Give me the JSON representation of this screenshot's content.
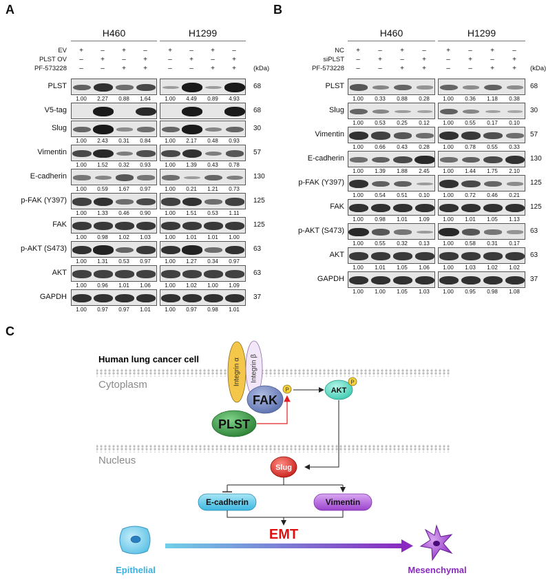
{
  "panels": {
    "A": "A",
    "B": "B",
    "C": "C"
  },
  "panelA": {
    "cell_lines": [
      "H460",
      "H1299"
    ],
    "conditions": [
      {
        "label": "EV",
        "signs": [
          "+",
          "–",
          "+",
          "–",
          "+",
          "–",
          "+",
          "–"
        ]
      },
      {
        "label": "PLST OV",
        "signs": [
          "–",
          "+",
          "–",
          "+",
          "–",
          "+",
          "–",
          "+"
        ]
      },
      {
        "label": "PF-573228",
        "signs": [
          "–",
          "–",
          "+",
          "+",
          "–",
          "–",
          "+",
          "+"
        ]
      }
    ],
    "kda": "(kDa)",
    "blots": [
      {
        "label": "PLST",
        "mw": "68",
        "values": [
          "1.00",
          "2.27",
          "0.88",
          "1.64",
          "1.00",
          "4.49",
          "0.89",
          "4.93"
        ],
        "intensity": [
          0.55,
          0.85,
          0.45,
          0.7,
          0.15,
          1,
          0.15,
          1
        ]
      },
      {
        "label": "V5-tag",
        "mw": "68",
        "values": [],
        "intensity": [
          0,
          1,
          0,
          0.9,
          0,
          1,
          0,
          1
        ]
      },
      {
        "label": "Slug",
        "mw": "30",
        "values": [
          "1.00",
          "2.43",
          "0.31",
          "0.84",
          "1.00",
          "2.17",
          "0.48",
          "0.93"
        ],
        "intensity": [
          0.5,
          1,
          0.25,
          0.45,
          0.5,
          1,
          0.3,
          0.5
        ]
      },
      {
        "label": "Vimentin",
        "mw": "57",
        "values": [
          "1.00",
          "1.52",
          "0.32",
          "0.93",
          "1.00",
          "1.39",
          "0.43",
          "0.78"
        ],
        "intensity": [
          0.7,
          0.9,
          0.35,
          0.65,
          0.7,
          0.85,
          0.35,
          0.6
        ]
      },
      {
        "label": "E-cadherin",
        "mw": "130",
        "values": [
          "1.00",
          "0.59",
          "1.67",
          "0.97",
          "1.00",
          "0.21",
          "1.21",
          "0.73"
        ],
        "intensity": [
          0.4,
          0.3,
          0.6,
          0.4,
          0.45,
          0.15,
          0.5,
          0.35
        ]
      },
      {
        "label": "p-FAK (Y397)",
        "mw": "125",
        "values": [
          "1.00",
          "1.33",
          "0.46",
          "0.90",
          "1.00",
          "1.51",
          "0.53",
          "1.11"
        ],
        "intensity": [
          0.75,
          0.85,
          0.45,
          0.7,
          0.75,
          0.85,
          0.45,
          0.75
        ]
      },
      {
        "label": "FAK",
        "mw": "125",
        "values": [
          "1.00",
          "0.98",
          "1.02",
          "1.03",
          "1.00",
          "1.01",
          "1.01",
          "1.00"
        ],
        "intensity": [
          0.8,
          0.8,
          0.8,
          0.8,
          0.8,
          0.8,
          0.8,
          0.8
        ]
      },
      {
        "label": "p-AKT (S473)",
        "mw": "63",
        "values": [
          "1.00",
          "1.31",
          "0.53",
          "0.97",
          "1.00",
          "1.27",
          "0.34",
          "0.97"
        ],
        "intensity": [
          0.85,
          0.95,
          0.5,
          0.8,
          0.85,
          0.95,
          0.45,
          0.85
        ]
      },
      {
        "label": "AKT",
        "mw": "63",
        "values": [
          "1.00",
          "0.96",
          "1.01",
          "1.06",
          "1.00",
          "1.02",
          "1.00",
          "1.09"
        ],
        "intensity": [
          0.75,
          0.75,
          0.75,
          0.75,
          0.75,
          0.75,
          0.75,
          0.75
        ]
      },
      {
        "label": "GAPDH",
        "mw": "37",
        "values": [
          "1.00",
          "0.97",
          "0.97",
          "1.01",
          "1.00",
          "0.97",
          "0.98",
          "1.01"
        ],
        "intensity": [
          0.85,
          0.85,
          0.85,
          0.85,
          0.85,
          0.85,
          0.85,
          0.85
        ]
      }
    ]
  },
  "panelB": {
    "cell_lines": [
      "H460",
      "H1299"
    ],
    "conditions": [
      {
        "label": "NC",
        "signs": [
          "+",
          "–",
          "+",
          "–",
          "+",
          "–",
          "+",
          "–"
        ]
      },
      {
        "label": "siPLST",
        "signs": [
          "–",
          "+",
          "–",
          "+",
          "–",
          "+",
          "–",
          "+"
        ]
      },
      {
        "label": "PF-573228",
        "signs": [
          "–",
          "–",
          "+",
          "+",
          "–",
          "–",
          "+",
          "+"
        ]
      }
    ],
    "kda": "(kDa)",
    "blots": [
      {
        "label": "PLST",
        "mw": "68",
        "values": [
          "1.00",
          "0.33",
          "0.88",
          "0.28",
          "1.00",
          "0.36",
          "1.18",
          "0.38"
        ],
        "intensity": [
          0.6,
          0.3,
          0.5,
          0.2,
          0.5,
          0.25,
          0.55,
          0.25
        ]
      },
      {
        "label": "Slug",
        "mw": "30",
        "values": [
          "1.00",
          "0.53",
          "0.25",
          "0.12",
          "1.00",
          "0.55",
          "0.17",
          "0.10"
        ],
        "intensity": [
          0.5,
          0.3,
          0.15,
          0.1,
          0.55,
          0.3,
          0.12,
          0.08
        ]
      },
      {
        "label": "Vimentin",
        "mw": "57",
        "values": [
          "1.00",
          "0.66",
          "0.43",
          "0.28",
          "1.00",
          "0.78",
          "0.55",
          "0.33"
        ],
        "intensity": [
          0.85,
          0.75,
          0.6,
          0.45,
          0.85,
          0.8,
          0.65,
          0.45
        ]
      },
      {
        "label": "E-cadherin",
        "mw": "130",
        "values": [
          "1.00",
          "1.39",
          "1.88",
          "2.45",
          "1.00",
          "1.44",
          "1.75",
          "2.10"
        ],
        "intensity": [
          0.45,
          0.55,
          0.7,
          0.9,
          0.45,
          0.55,
          0.7,
          0.85
        ]
      },
      {
        "label": "p-FAK (Y397)",
        "mw": "125",
        "values": [
          "1.00",
          "0.54",
          "0.51",
          "0.10",
          "1.00",
          "0.72",
          "0.46",
          "0.21"
        ],
        "intensity": [
          0.85,
          0.55,
          0.55,
          0.15,
          0.85,
          0.7,
          0.5,
          0.25
        ]
      },
      {
        "label": "FAK",
        "mw": "125",
        "values": [
          "1.00",
          "0.98",
          "1.01",
          "1.09",
          "1.00",
          "1.01",
          "1.05",
          "1.13"
        ],
        "intensity": [
          0.85,
          0.85,
          0.85,
          0.85,
          0.85,
          0.85,
          0.85,
          0.85
        ]
      },
      {
        "label": "p-AKT (S473)",
        "mw": "63",
        "values": [
          "1.00",
          "0.55",
          "0.32",
          "0.13",
          "1.00",
          "0.58",
          "0.31",
          "0.17"
        ],
        "intensity": [
          0.9,
          0.6,
          0.4,
          0.15,
          0.9,
          0.6,
          0.4,
          0.2
        ]
      },
      {
        "label": "AKT",
        "mw": "63",
        "values": [
          "1.00",
          "1.01",
          "1.05",
          "1.06",
          "1.00",
          "1.03",
          "1.02",
          "1.02"
        ],
        "intensity": [
          0.8,
          0.8,
          0.8,
          0.8,
          0.8,
          0.8,
          0.8,
          0.8
        ]
      },
      {
        "label": "GAPDH",
        "mw": "37",
        "values": [
          "1.00",
          "1.00",
          "1.05",
          "1.03",
          "1.00",
          "0.95",
          "0.98",
          "1.08"
        ],
        "intensity": [
          0.85,
          0.85,
          0.85,
          0.85,
          0.85,
          0.85,
          0.85,
          0.85
        ]
      }
    ]
  },
  "panelC": {
    "title": "Human lung cancer cell",
    "cytoplasm": "Cytoplasm",
    "nucleus": "Nucleus",
    "integrin_a": "Integrin α",
    "integrin_b": "Integrin β",
    "fak": "FAK",
    "akt": "AKT",
    "plst": "PLST",
    "slug": "Slug",
    "phospho": "P",
    "ecadherin": "E-cadherin",
    "vimentin": "Vimentin",
    "emt": "EMT",
    "epithelial": "Epithelial",
    "mesenchymal": "Mesenchymal",
    "colors": {
      "fak": "#7b8fc4",
      "akt": "#5fe0c8",
      "plst": "#3a9a45",
      "slug": "#e0302a",
      "ecad": "#45c0e6",
      "vim": "#a64fd8",
      "emt": "#e01010",
      "epi": "#3ab0e0",
      "mes": "#8a2ac0"
    }
  }
}
